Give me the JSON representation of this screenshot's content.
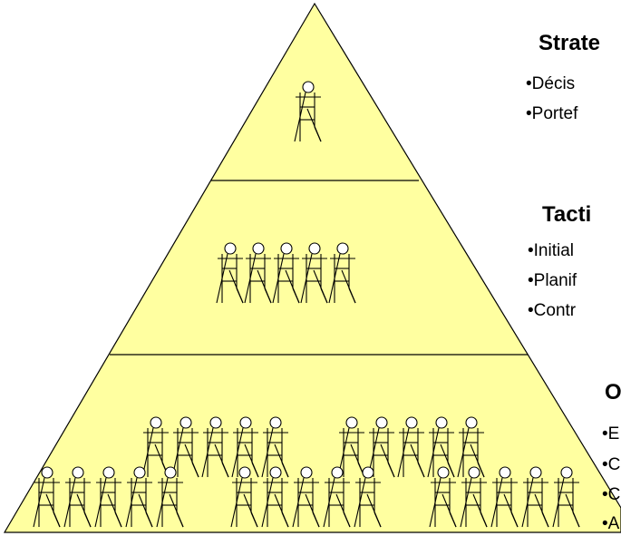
{
  "diagram": {
    "pyramid_fill": "#ffffa0",
    "line_color": "#000000",
    "tiers": [
      {
        "name": "strategic",
        "title": "Strate",
        "bullets": [
          "•Décis",
          "•Portef"
        ],
        "figure_groups": [
          1
        ]
      },
      {
        "name": "tactical",
        "title": "Tacti",
        "bullets": [
          "•Initial",
          "•Planif",
          "•Contr"
        ],
        "figure_groups": [
          5
        ]
      },
      {
        "name": "operational",
        "title": "O",
        "bullets": [
          "•E",
          "•C",
          "•C",
          "•A"
        ],
        "figure_groups": [
          5,
          5,
          5,
          5,
          5
        ]
      }
    ]
  }
}
